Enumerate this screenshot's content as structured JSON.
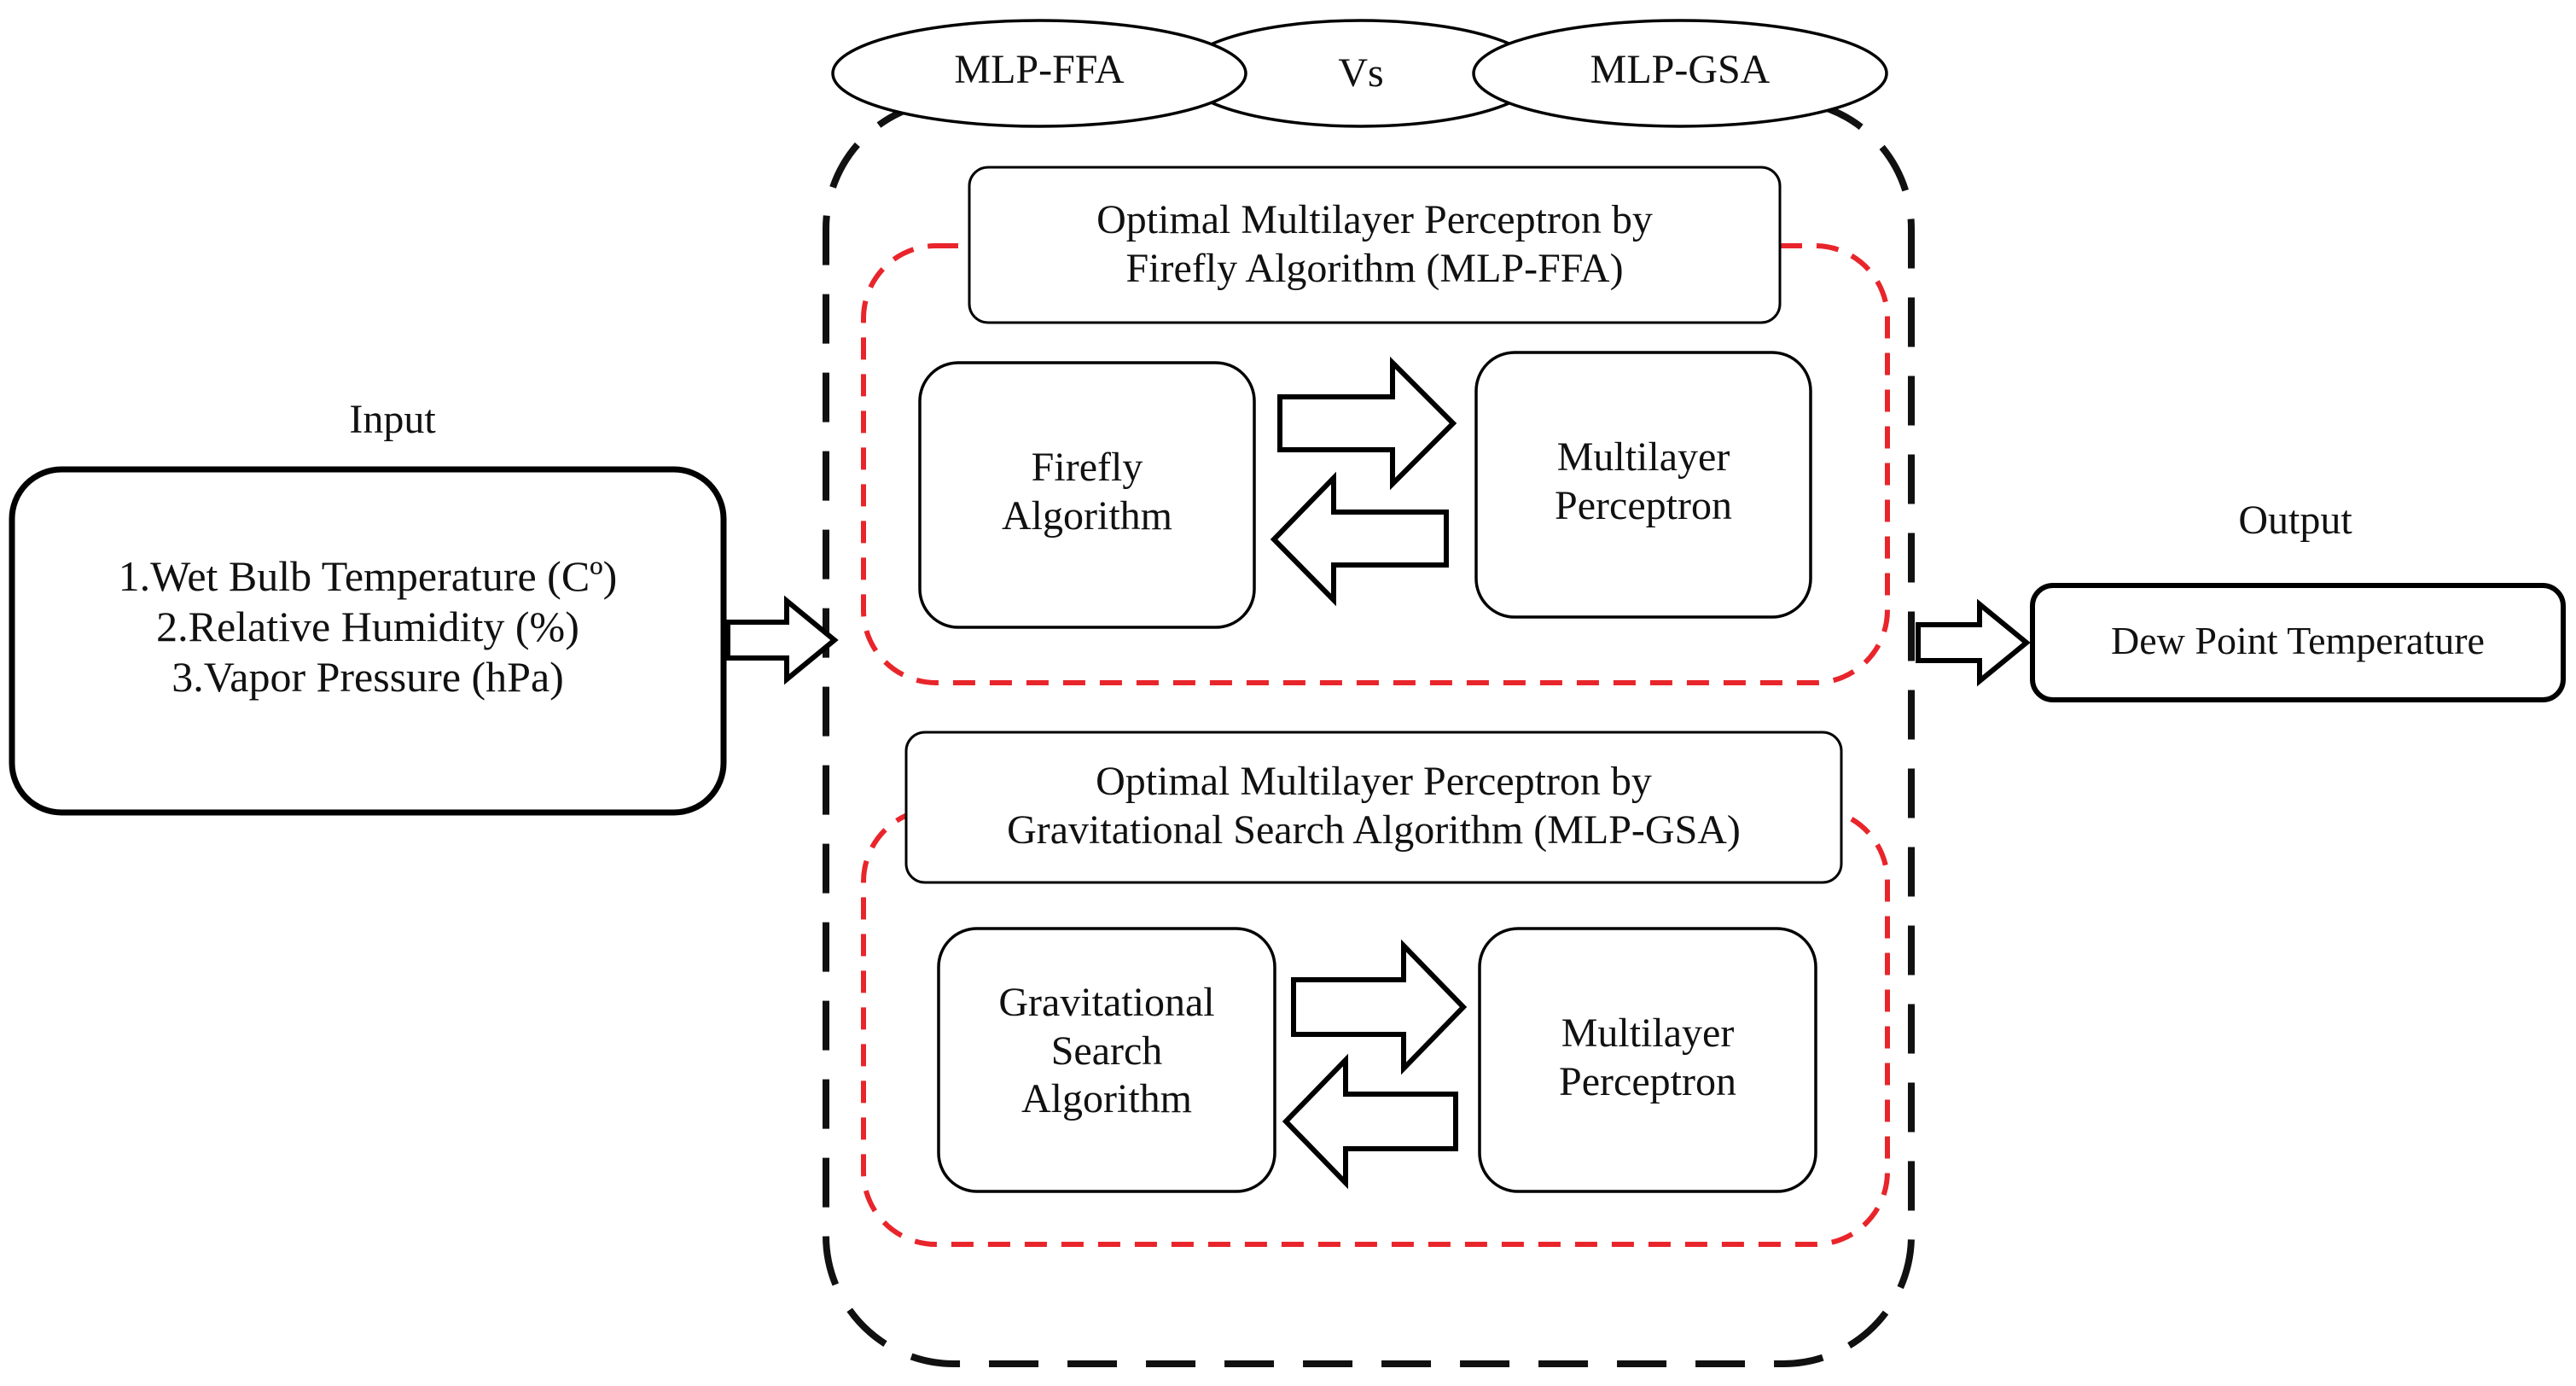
{
  "input": {
    "heading": "Input",
    "items": [
      "1.Wet Bulb Temperature (Cº)",
      "2.Relative Humidity (%)",
      "3.Vapor Pressure (hPa)"
    ]
  },
  "output": {
    "heading": "Output",
    "label": "Dew Point Temperature"
  },
  "comparison": {
    "left": "MLP-FFA",
    "middle": "Vs",
    "right": "MLP-GSA"
  },
  "ffa_module": {
    "title_line1": "Optimal Multilayer Perceptron by",
    "title_line2": "Firefly Algorithm (MLP-FFA)",
    "optimizer_line1": "Firefly",
    "optimizer_line2": "Algorithm",
    "network_line1": "Multilayer",
    "network_line2": "Perceptron"
  },
  "gsa_module": {
    "title_line1": "Optimal Multilayer Perceptron by",
    "title_line2": "Gravitational Search Algorithm (MLP-GSA)",
    "optimizer_line1": "Gravitational",
    "optimizer_line2": "Search",
    "optimizer_line3": "Algorithm",
    "network_line1": "Multilayer",
    "network_line2": "Perceptron"
  },
  "colors": {
    "outline": "#000000",
    "dashed_black": "#111111",
    "dashed_red": "#e8252b",
    "text": "#111111"
  }
}
